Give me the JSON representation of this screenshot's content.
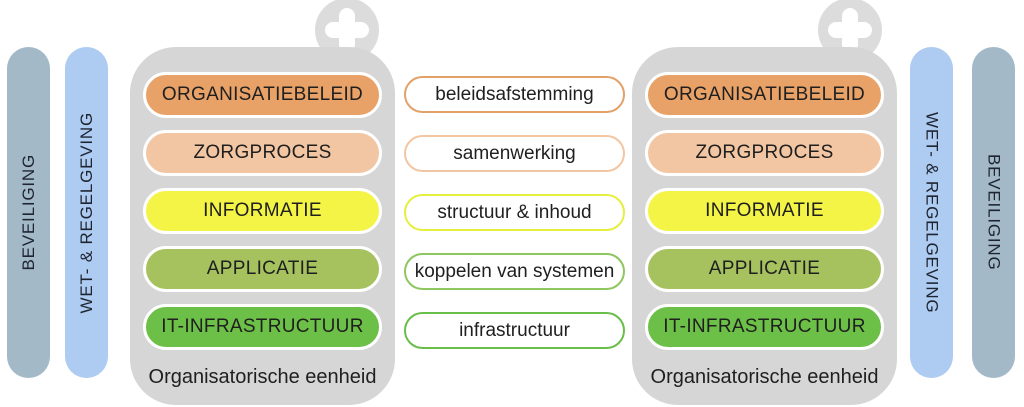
{
  "palette": {
    "container": "#d6d6d6",
    "plus_circle": "#dcdcdc",
    "text": "#1f1f1f",
    "bar_text": "#1e2430",
    "connector_fill": "#ffffff"
  },
  "bars": {
    "left": [
      {
        "label": "BEVEILIGING",
        "color": "#a3b9c8"
      },
      {
        "label": "WET- & REGELGEVING",
        "color": "#aecbf1"
      }
    ],
    "right": [
      {
        "label": "WET- & REGELGEVING",
        "color": "#aecbf1"
      },
      {
        "label": "BEVEILIGING",
        "color": "#a3b9c8"
      }
    ]
  },
  "units": [
    {
      "label": "Organisatorische eenheid",
      "layers": [
        {
          "label": "ORGANISATIEBELEID",
          "color": "#e8a268"
        },
        {
          "label": "ZORGPROCES",
          "color": "#f2c6a2"
        },
        {
          "label": "INFORMATIE",
          "color": "#f4f446"
        },
        {
          "label": "APPLICATIE",
          "color": "#a6c25f"
        },
        {
          "label": "IT-INFRASTRUCTUUR",
          "color": "#6cbf47"
        }
      ]
    },
    {
      "label": "Organisatorische eenheid",
      "layers": [
        {
          "label": "ORGANISATIEBELEID",
          "color": "#e8a268"
        },
        {
          "label": "ZORGPROCES",
          "color": "#f2c6a2"
        },
        {
          "label": "INFORMATIE",
          "color": "#f4f446"
        },
        {
          "label": "APPLICATIE",
          "color": "#a6c25f"
        },
        {
          "label": "IT-INFRASTRUCTUUR",
          "color": "#6cbf47"
        }
      ]
    }
  ],
  "connectors": [
    {
      "label": "beleidsafstemming",
      "border": "#e2a169"
    },
    {
      "label": "samenwerking",
      "border": "#f2c6a2"
    },
    {
      "label": "structuur & inhoud",
      "border": "#e7ef3e"
    },
    {
      "label": "koppelen van systemen",
      "border": "#8ec65f"
    },
    {
      "label": "infrastructuur",
      "border": "#68be49"
    }
  ]
}
